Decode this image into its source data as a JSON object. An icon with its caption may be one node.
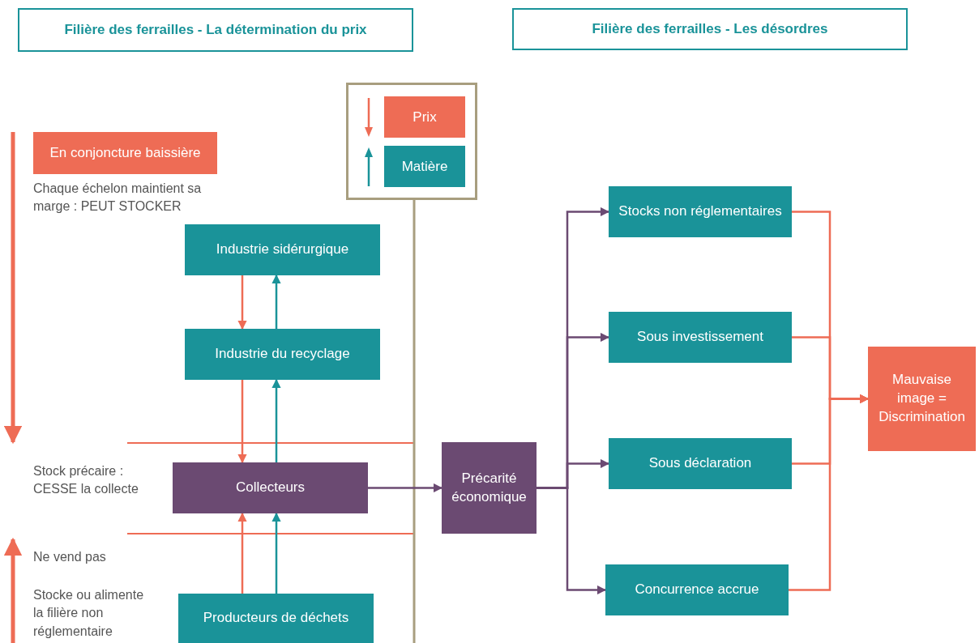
{
  "diagram": {
    "nodes": [
      {
        "text": [
          "Filière des ferrailles - La détermination du prix"
        ]
      },
      {
        "text": [
          "Filière des ferrailles - Les désordres"
        ]
      },
      {
        "text": [
          "En conjoncture baissière"
        ]
      },
      {
        "text": [
          "Industrie sidérurgique"
        ]
      },
      {
        "text": [
          "Industrie du recyclage"
        ]
      },
      {
        "text": [
          "Collecteurs"
        ]
      },
      {
        "text": [
          "Producteurs de déchets"
        ]
      },
      {
        "text": [
          "Précarité économique"
        ]
      },
      {
        "text": [
          "Stocks non réglementaires"
        ]
      },
      {
        "text": [
          "Sous investissement"
        ]
      },
      {
        "text": [
          "Sous déclaration"
        ]
      },
      {
        "text": [
          "Concurrence accrue"
        ]
      },
      {
        "text": [
          "Mauvaise image = Discrimination"
        ]
      }
    ],
    "edges": [
      {
        "from": 4,
        "to": 3,
        "arrow": "to",
        "color": "#1a9399"
      },
      {
        "from": 5,
        "to": 4,
        "arrow": "to",
        "color": "#1a9399"
      },
      {
        "from": 6,
        "to": 5,
        "arrow": "to",
        "color": "#1a9399"
      },
      {
        "from": 3,
        "to": 4,
        "arrow": "to"
      },
      {
        "from": 4,
        "to": 5,
        "arrow": "to"
      },
      {
        "from": 6,
        "to": 5,
        "arrow": "to"
      },
      {
        "from": 5,
        "to": 7,
        "arrow": "to",
        "color": "#6b4a72"
      },
      {
        "from": 7,
        "to": 8,
        "arrow": "to",
        "color": "#6b4a72"
      },
      {
        "from": 7,
        "to": 9,
        "arrow": "to",
        "color": "#6b4a72"
      },
      {
        "from": 7,
        "to": 10,
        "arrow": "to",
        "color": "#6b4a72"
      },
      {
        "from": 7,
        "to": 11,
        "arrow": "to",
        "color": "#6b4a72"
      },
      {
        "from": 8,
        "to": 12,
        "arrow": "to"
      },
      {
        "from": 9,
        "to": 12,
        "arrow": "to"
      },
      {
        "from": 10,
        "to": 12,
        "arrow": "to"
      },
      {
        "from": 11,
        "to": 12,
        "arrow": "to"
      }
    ],
    "labels": [
      "Chaque échelon maintient sa marge : PEUT STOCKER",
      "Stock précaire : CESSE la collecte",
      "Ne vend pas",
      "Stocke ou alimente la filière non réglementaire"
    ],
    "legend": [
      {
        "text": "Prix",
        "color": "#ee6c55"
      },
      {
        "text": "Matière",
        "color": "#1a9399"
      }
    ]
  }
}
